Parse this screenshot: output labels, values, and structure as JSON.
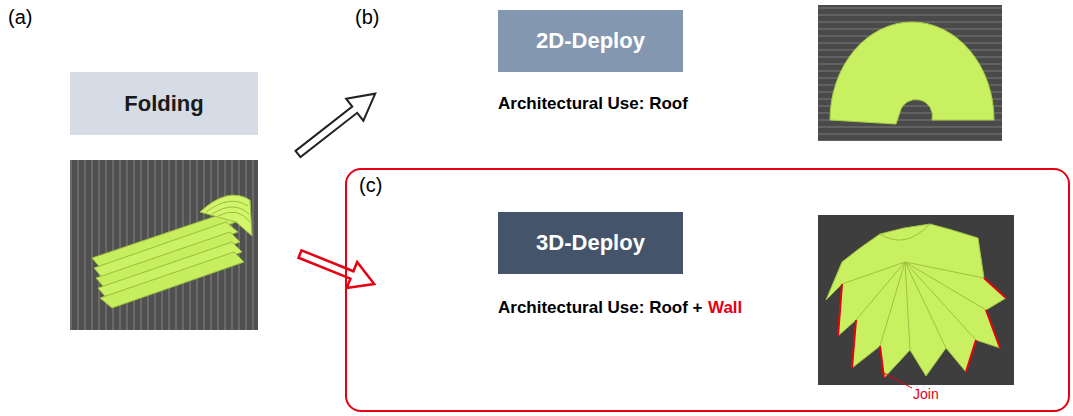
{
  "diagram": {
    "nodes": [
      {
        "text": [
          "Folding"
        ]
      },
      {
        "text": [
          "2D-Deploy"
        ]
      },
      {
        "text": [
          "(c)"
        ]
      },
      {
        "text": [
          "3D-Deploy"
        ],
        "in": 2
      }
    ],
    "labels": [
      "(a)",
      "(b)",
      "Architectural Use: Roof",
      "Architectural Use: Roof +",
      "Wall",
      "Join"
    ]
  }
}
